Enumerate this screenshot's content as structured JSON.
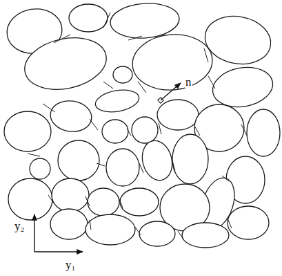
{
  "diagram": {
    "labels": [
      "n",
      "y₂",
      "y₁"
    ]
  }
}
